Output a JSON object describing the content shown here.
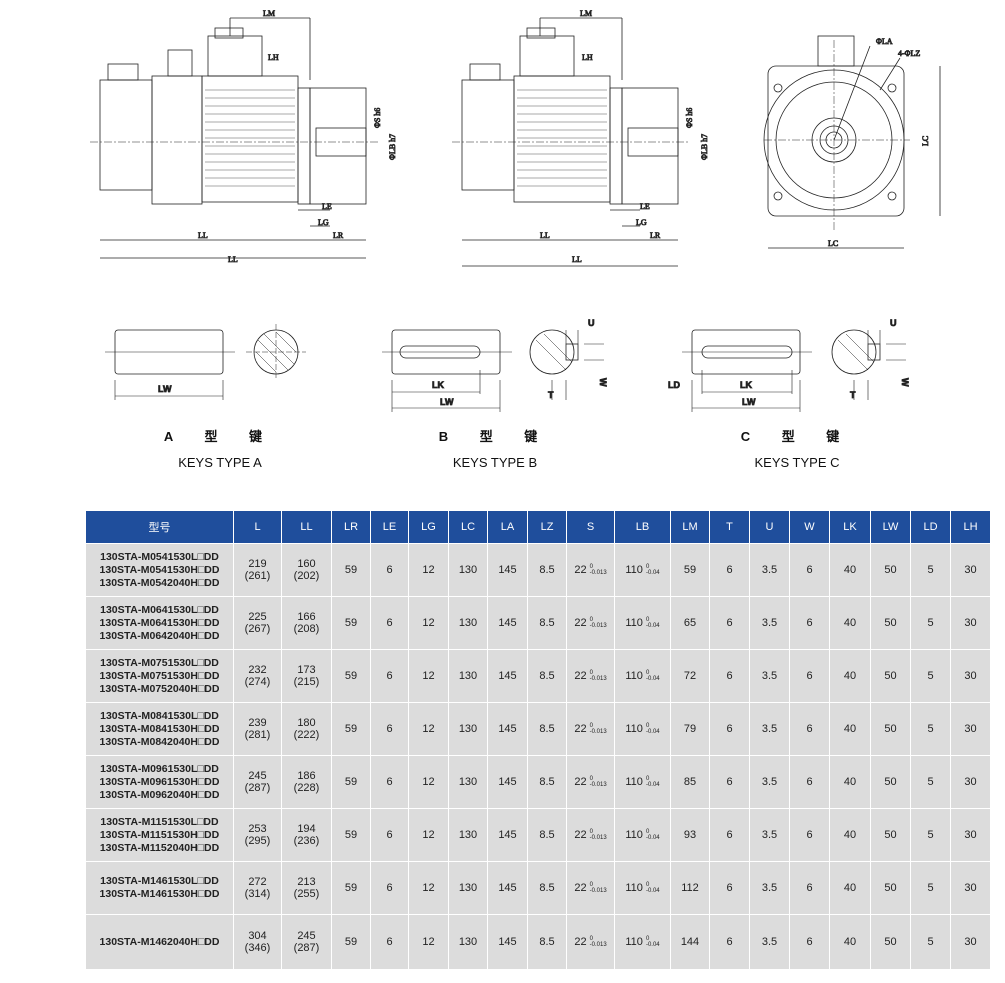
{
  "drawings": {
    "dims_side": {
      "lm": "LM",
      "lh": "LH",
      "ll": "LL",
      "lr": "LR",
      "le": "LE",
      "lg": "LG",
      "l": "LL",
      "s": "ΦS h6",
      "lb": "ΦLB h7"
    },
    "dims_front": {
      "la": "ΦLA",
      "lz": "4-ΦLZ",
      "lc_v": "LC",
      "lc_h": "LC"
    },
    "keys": {
      "lw": "LW",
      "lk": "LK",
      "ld": "LD",
      "u": "U",
      "t": "T",
      "w": "W"
    },
    "key_types": [
      {
        "zh": "A 型 键",
        "en": "KEYS TYPE A"
      },
      {
        "zh": "B 型 键",
        "en": "KEYS TYPE B"
      },
      {
        "zh": "C 型 键",
        "en": "KEYS TYPE C"
      }
    ]
  },
  "table": {
    "headers": [
      "型号",
      "L",
      "LL",
      "LR",
      "LE",
      "LG",
      "LC",
      "LA",
      "LZ",
      "S",
      "LB",
      "LM",
      "T",
      "U",
      "W",
      "LK",
      "LW",
      "LD",
      "LH"
    ],
    "rows": [
      {
        "models": [
          "130STA-M0541530L□DD",
          "130STA-M0541530H□DD",
          "130STA-M0542040H□DD"
        ],
        "L": "219",
        "L2": "(261)",
        "LL": "160",
        "LL2": "(202)",
        "LM": "59"
      },
      {
        "models": [
          "130STA-M0641530L□DD",
          "130STA-M0641530H□DD",
          "130STA-M0642040H□DD"
        ],
        "L": "225",
        "L2": "(267)",
        "LL": "166",
        "LL2": "(208)",
        "LM": "65"
      },
      {
        "models": [
          "130STA-M0751530L□DD",
          "130STA-M0751530H□DD",
          "130STA-M0752040H□DD"
        ],
        "L": "232",
        "L2": "(274)",
        "LL": "173",
        "LL2": "(215)",
        "LM": "72"
      },
      {
        "models": [
          "130STA-M0841530L□DD",
          "130STA-M0841530H□DD",
          "130STA-M0842040H□DD"
        ],
        "L": "239",
        "L2": "(281)",
        "LL": "180",
        "LL2": "(222)",
        "LM": "79"
      },
      {
        "models": [
          "130STA-M0961530L□DD",
          "130STA-M0961530H□DD",
          "130STA-M0962040H□DD"
        ],
        "L": "245",
        "L2": "(287)",
        "LL": "186",
        "LL2": "(228)",
        "LM": "85"
      },
      {
        "models": [
          "130STA-M1151530L□DD",
          "130STA-M1151530H□DD",
          "130STA-M1152040H□DD"
        ],
        "L": "253",
        "L2": "(295)",
        "LL": "194",
        "LL2": "(236)",
        "LM": "93"
      },
      {
        "models": [
          "130STA-M1461530L□DD",
          "130STA-M1461530H□DD"
        ],
        "L": "272",
        "L2": "(314)",
        "LL": "213",
        "LL2": "(255)",
        "LM": "112"
      },
      {
        "models": [
          "130STA-M1462040H□DD"
        ],
        "L": "304",
        "L2": "(346)",
        "LL": "245",
        "LL2": "(287)",
        "LM": "144"
      }
    ],
    "common": {
      "LR": "59",
      "LE": "6",
      "LG": "12",
      "LC": "130",
      "LA": "145",
      "LZ": "8.5",
      "S": "22",
      "S_up": "0",
      "S_lo": "-0.013",
      "LB": "110",
      "LB_up": "0",
      "LB_lo": "-0.04",
      "T": "6",
      "U": "3.5",
      "W": "6",
      "LK": "40",
      "LW": "50",
      "LD": "5",
      "LH": "30"
    }
  }
}
